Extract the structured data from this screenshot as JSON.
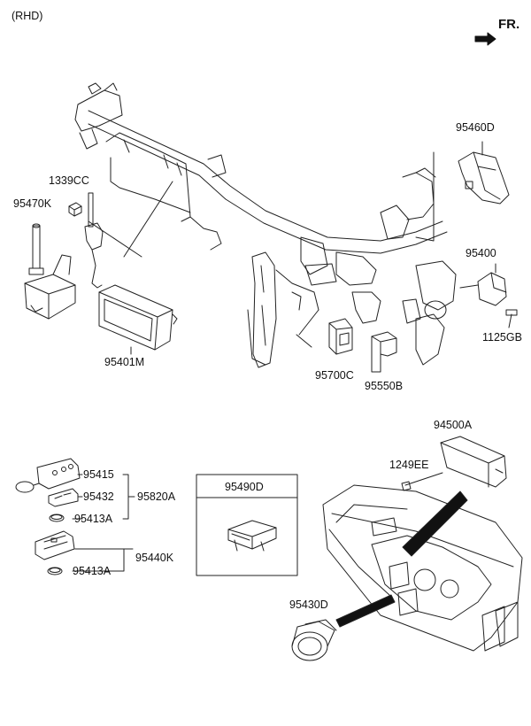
{
  "header": {
    "variant": "(RHD)",
    "direction": "FR."
  },
  "inset": {
    "title": "95490D"
  },
  "labels": {
    "p95460D": "95460D",
    "p1339CC": "1339CC",
    "p95470K": "95470K",
    "p95400": "95400",
    "p1125GB": "1125GB",
    "p95401M": "95401M",
    "p95700C": "95700C",
    "p95550B": "95550B",
    "p95500A": "94500A",
    "p1249EE": "1249EE",
    "p95415": "95415",
    "p95432": "95432",
    "p95413A_1": "95413A",
    "p95820A": "95820A",
    "p95440K": "95440K",
    "p95413A_2": "95413A",
    "p95430D": "95430D"
  }
}
